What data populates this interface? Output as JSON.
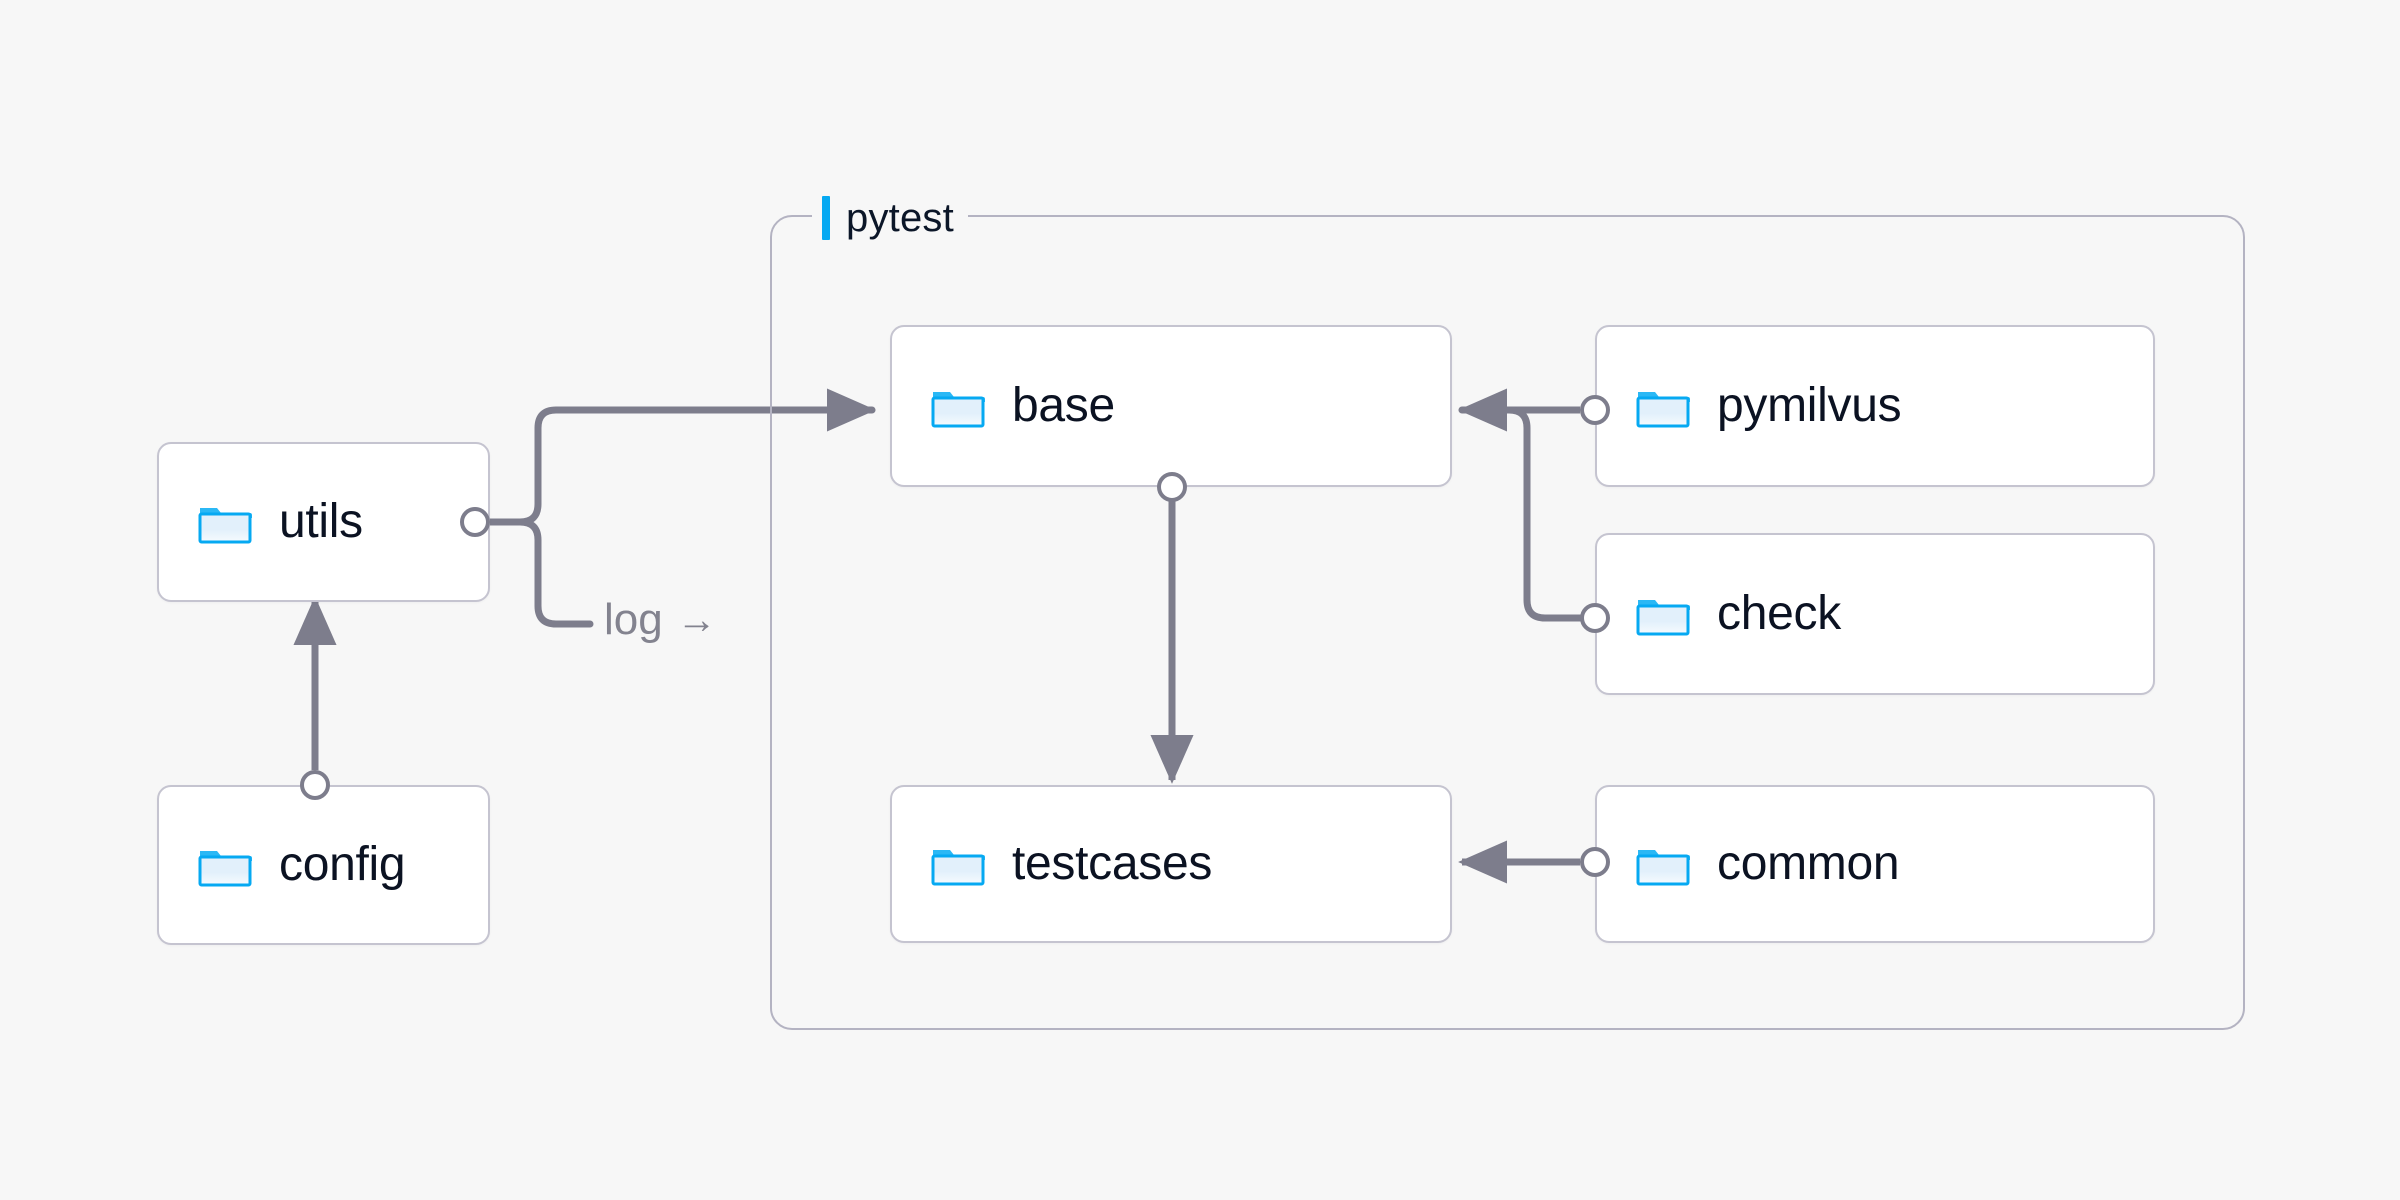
{
  "diagram": {
    "background_color": "#f7f7f7",
    "accent_color": "#06a9f2",
    "edge_color": "#7d7d8c",
    "node_border_color": "#c5c4d0",
    "node_text_color": "#0b1222",
    "group_border_color": "#b4b3c2"
  },
  "group": {
    "label": "pytest",
    "accent_bar_color": "#06a9f2"
  },
  "nodes": [
    {
      "id": "utils",
      "label": "utils",
      "icon": "folder-icon"
    },
    {
      "id": "config",
      "label": "config",
      "icon": "folder-icon"
    },
    {
      "id": "base",
      "label": "base",
      "icon": "folder-icon"
    },
    {
      "id": "testcases",
      "label": "testcases",
      "icon": "folder-icon"
    },
    {
      "id": "pymilvus",
      "label": "pymilvus",
      "icon": "folder-icon"
    },
    {
      "id": "check",
      "label": "check",
      "icon": "folder-icon"
    },
    {
      "id": "common",
      "label": "common",
      "icon": "folder-icon"
    }
  ],
  "edges": [
    {
      "id": "config-to-utils",
      "from": "config",
      "to": "utils",
      "label": ""
    },
    {
      "id": "utils-to-base",
      "from": "utils",
      "to": "base",
      "label": ""
    },
    {
      "id": "utils-log",
      "from": "utils",
      "to": "pytest",
      "label": "log",
      "arrow_glyph": "→"
    },
    {
      "id": "base-to-testcases",
      "from": "base",
      "to": "testcases",
      "label": ""
    },
    {
      "id": "pymilvus-to-base",
      "from": "pymilvus",
      "to": "base",
      "label": ""
    },
    {
      "id": "check-to-base",
      "from": "check",
      "to": "base",
      "label": ""
    },
    {
      "id": "common-to-testcases",
      "from": "common",
      "to": "testcases",
      "label": ""
    }
  ]
}
